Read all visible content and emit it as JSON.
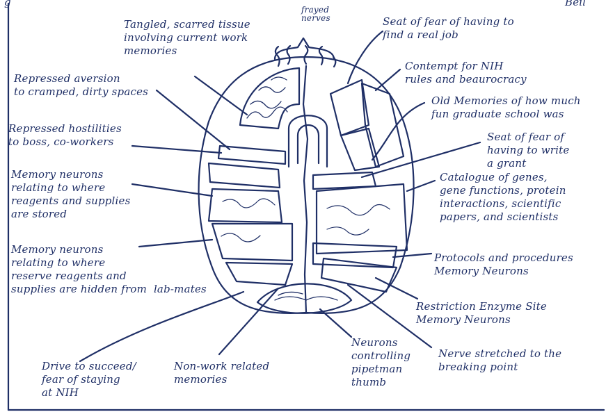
{
  "header": {
    "left_fragment": "g",
    "right_fragment": "Beil"
  },
  "labels": {
    "frayed_nerves": "frayed\nnerves",
    "tangled_tissue": "Tangled, scarred tissue\ninvolving current work\nmemories",
    "fear_real_job": "Seat of fear of having to\nfind a real job",
    "contempt_nih": "Contempt for NIH\nrules and beaurocracy",
    "old_memories": "Old Memories of how much\nfun graduate school was",
    "repressed_aversion": "Repressed aversion\nto cramped, dirty spaces",
    "repressed_hostilities": "Repressed hostilities\nto boss, co-workers",
    "fear_grant": "Seat of fear of\nhaving to write\na grant",
    "memory_reagents": "Memory neurons\nrelating to where\nreagents and supplies\nare stored",
    "catalogue_genes": "Catalogue of genes,\ngene functions, protein\ninteractions, scientific\npapers, and scientists",
    "memory_hidden": "Memory neurons\nrelating to where\nreserve reagents and\nsupplies are hidden from  lab-mates",
    "protocols": "Protocols and procedures\nMemory Neurons",
    "restriction_enzyme": "Restriction Enzyme Site\nMemory Neurons",
    "drive_succeed": "Drive to succeed/\nfear of staying\nat NIH",
    "non_work": "Non-work related\nmemories",
    "pipetman": "Neurons\ncontrolling\npipetman\nthumb",
    "nerve_stretched": "Nerve stretched to the\nbreaking point"
  },
  "colors": {
    "ink": "#1f2f66",
    "background": "#ffffff"
  }
}
